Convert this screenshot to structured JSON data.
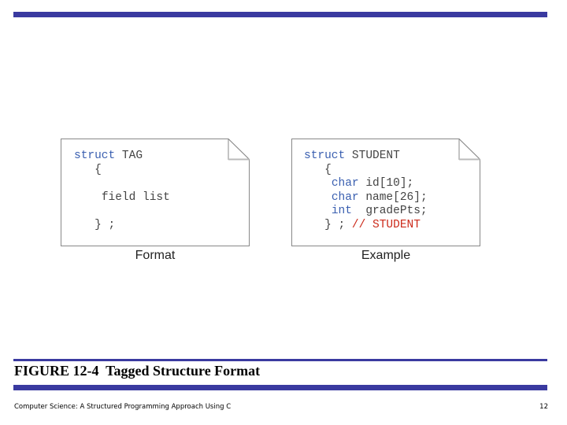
{
  "format_panel": {
    "line1_kw": "struct",
    "line1_rest": " TAG",
    "open_brace": "{",
    "field_list": "field list",
    "close": "} ;",
    "caption": "Format"
  },
  "example_panel": {
    "line1_kw": "struct",
    "line1_rest": " STUDENT",
    "open_brace": "{",
    "fields": [
      {
        "type": "char",
        "decl": " id[10];"
      },
      {
        "type": "char",
        "decl": " name[26];"
      },
      {
        "type": "int",
        "decl": "  gradePts;"
      }
    ],
    "close": "} ;",
    "comment": "// STUDENT",
    "caption": "Example"
  },
  "figure_title": "FIGURE 12-4  Tagged Structure Format",
  "footer": {
    "text": "Computer Science: A Structured Programming Approach Using C",
    "page": "12"
  },
  "colors": {
    "rule": "#3a3aa0",
    "keyword": "#3a5fb0",
    "comment": "#cc2a1a"
  }
}
